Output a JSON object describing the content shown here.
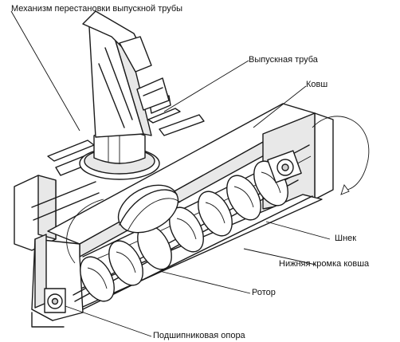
{
  "labels": {
    "mechanism": "Механизм перестановки выпускной трубы",
    "chute": "Выпускная труба",
    "bucket": "Ковш",
    "auger": "Шнек",
    "bucket_edge": "Нижняя кромка ковша",
    "rotor": "Ротор",
    "bearing": "Подшипниковая опора"
  }
}
